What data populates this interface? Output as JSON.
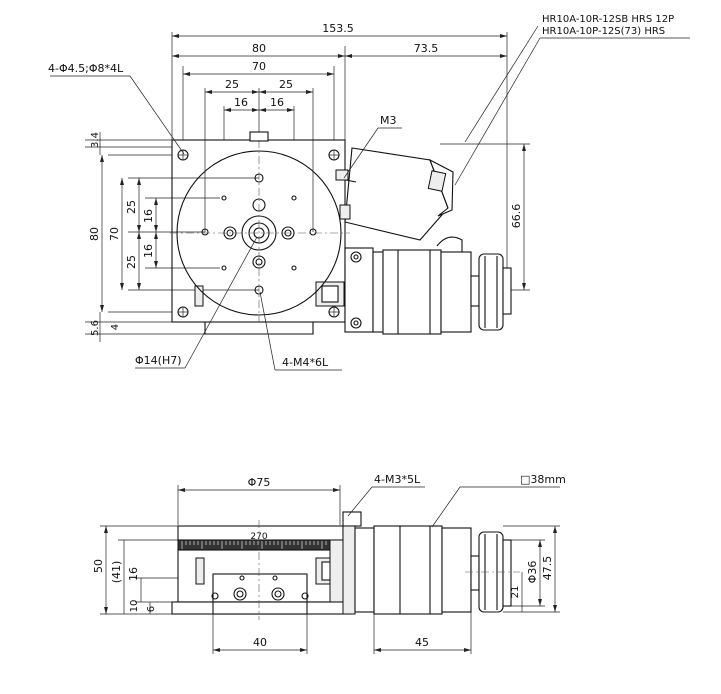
{
  "top_view": {
    "dims": {
      "overall_width": "153.5",
      "stage_width": "80",
      "motor_extension": "73.5",
      "hole_spacing": "70",
      "pitch_left": "25",
      "pitch_right": "25",
      "inner_left": "16",
      "inner_right": "16",
      "side_height": "80",
      "side_70": "70",
      "side_25_top": "25",
      "side_16_top": "16",
      "side_16_bottom": "16",
      "side_25_bottom": "25",
      "top_offset": "3.4",
      "bottom_offset": "5.6",
      "bottom_inner": "4",
      "motor_height": "66.6"
    },
    "callouts": {
      "mount_holes": "4-Φ4.5;Φ8*4L",
      "screw": "M3",
      "connector_line1": "HR10A-10R-12SB HRS 12P",
      "connector_line2": "HR10A-10P-12S(73) HRS",
      "center_bore": "Φ14(H7)",
      "table_holes": "4-M4*6L"
    }
  },
  "side_view": {
    "dims": {
      "table_dia": "Φ75",
      "total_height": "50",
      "height_41": "(41)",
      "height_16": "16",
      "height_10": "10",
      "height_6": "6",
      "base_width": "40",
      "motor_length": "45",
      "knob_height": "47.5",
      "knob_dia": "Φ36",
      "knob_21": "21"
    },
    "callouts": {
      "side_holes": "4-M3*5L",
      "motor_flange": "□38mm",
      "scale_mark": "270"
    }
  }
}
